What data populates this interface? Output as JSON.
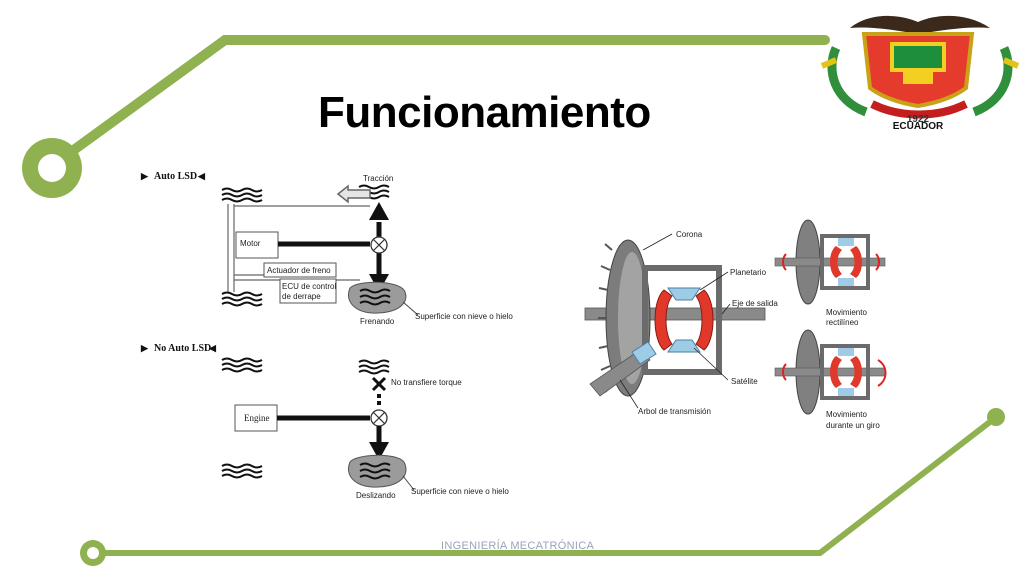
{
  "slide": {
    "title": "Funcionamiento",
    "footer": "INGENIERÍA MECATRÓNICA"
  },
  "logo": {
    "text": "ECUADOR",
    "year": "1922",
    "icon": "coat-of-arms-icon"
  },
  "auto_lsd": {
    "heading": "Auto LSD",
    "traccion": "Tracción",
    "motor": "Motor",
    "actuador": "Actuador de freno",
    "ecu_line1": "ECU de control",
    "ecu_line2": "de derrape",
    "frenando": "Frenando",
    "superficie": "Superficie con nieve o hielo"
  },
  "no_auto_lsd": {
    "heading": "No Auto LSD",
    "no_transfiere": "No transfiere torque",
    "engine": "Engine",
    "deslizando": "Deslizando",
    "superficie": "Superficie con nieve o hielo"
  },
  "differential": {
    "corona": "Corona",
    "planetario": "Planetario",
    "eje_salida": "Eje de salida",
    "satelite": "Satélite",
    "arbol": "Arbol de transmisión",
    "mov_rect_1": "Movimiento",
    "mov_rect_2": "rectilíneo",
    "mov_giro_1": "Movimiento",
    "mov_giro_2": "durante un giro"
  },
  "colors": {
    "accent_green": "#8fb14f",
    "gear_red": "#e0392b",
    "gear_blue": "#9ecbe6"
  }
}
